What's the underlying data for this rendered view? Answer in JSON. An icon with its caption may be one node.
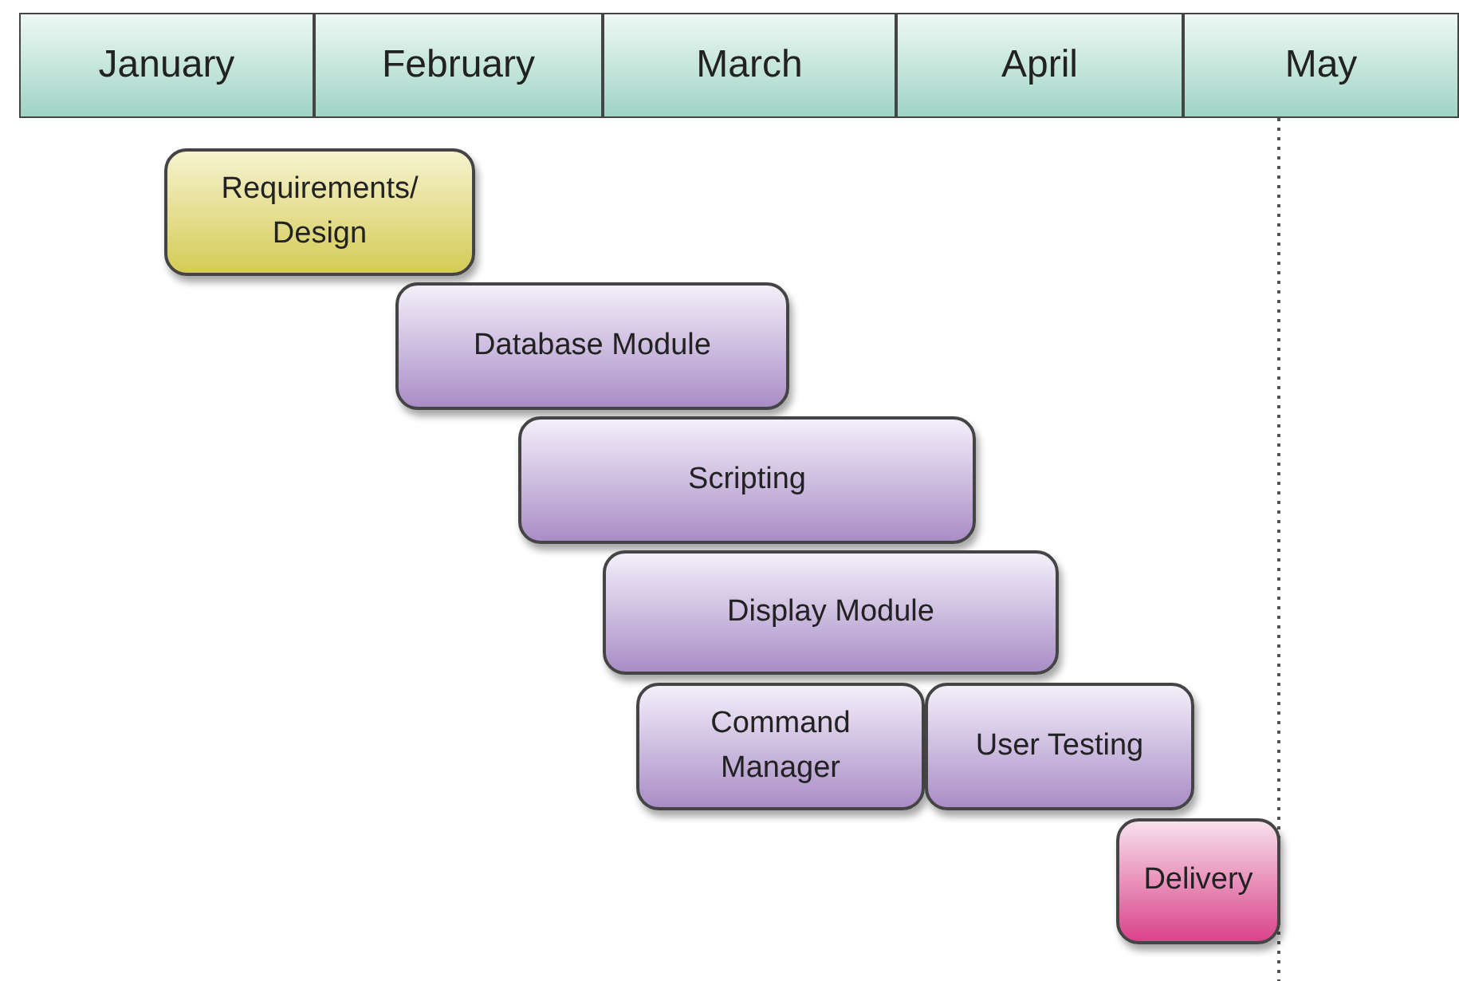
{
  "diagram": {
    "nodes": [
      {
        "text": [
          "January"
        ]
      },
      {
        "text": [
          "February"
        ]
      },
      {
        "text": [
          "March"
        ]
      },
      {
        "text": [
          "April"
        ]
      },
      {
        "text": [
          "May"
        ]
      },
      {
        "text": [
          "Requirements/ Design"
        ]
      },
      {
        "text": [
          "Database Module"
        ]
      },
      {
        "text": [
          "Scripting"
        ]
      },
      {
        "text": [
          "Display Module"
        ]
      },
      {
        "text": [
          "Command Manager"
        ]
      },
      {
        "text": [
          "User Testing"
        ]
      },
      {
        "text": [
          "Delivery"
        ]
      }
    ],
    "edges": []
  }
}
